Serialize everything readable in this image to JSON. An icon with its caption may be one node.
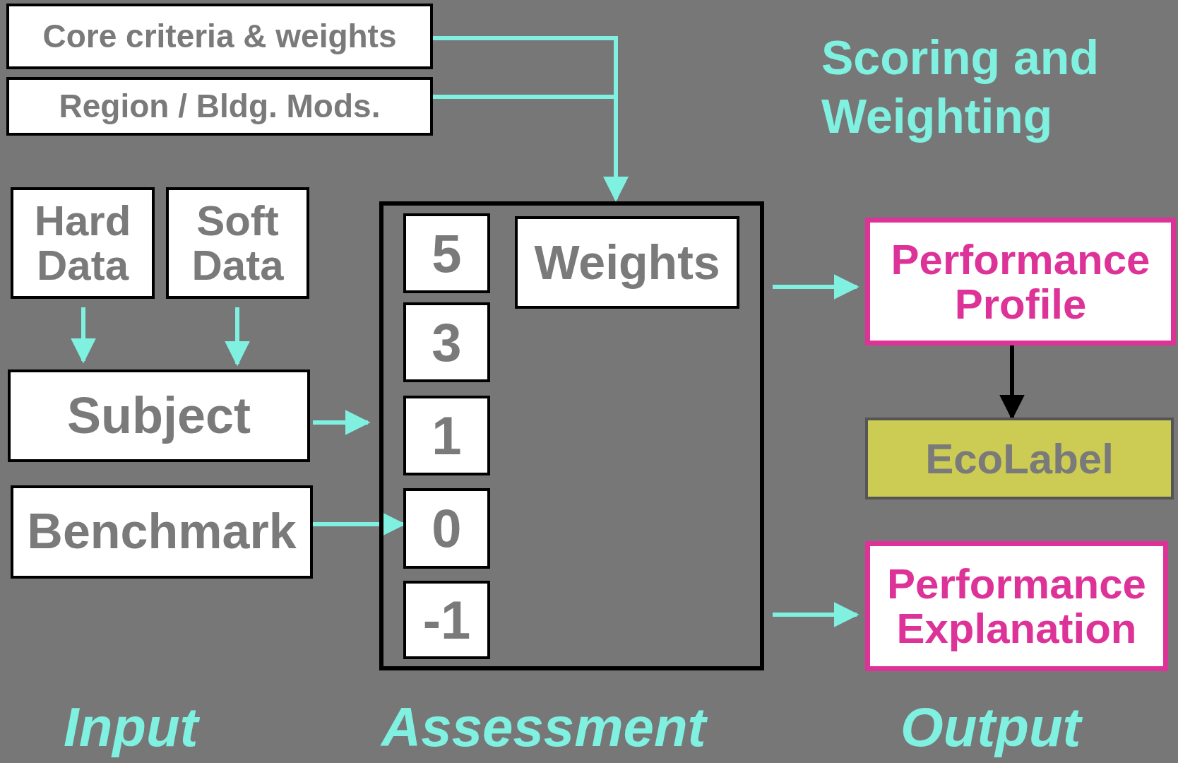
{
  "diagram": {
    "title": "Scoring and Weighting",
    "nodes": [
      {
        "text": [
          "Core criteria & weights"
        ]
      },
      {
        "text": [
          "Region / Bldg. Mods."
        ]
      },
      {
        "text": [
          "Hard Data"
        ]
      },
      {
        "text": [
          "Soft Data"
        ]
      },
      {
        "text": [
          "Subject"
        ]
      },
      {
        "text": [
          "Benchmark"
        ]
      },
      {
        "text": [],
        "shape": "box"
      },
      {
        "text": [
          "5"
        ],
        "in": 6
      },
      {
        "text": [
          "3"
        ],
        "in": 6
      },
      {
        "text": [
          "1"
        ],
        "in": 6
      },
      {
        "text": [
          "0"
        ],
        "in": 6
      },
      {
        "text": [
          "-1"
        ],
        "in": 6
      },
      {
        "text": [
          "Weights"
        ],
        "in": 6
      },
      {
        "text": [
          "Performance Profile"
        ]
      },
      {
        "text": [
          "EcoLabel"
        ]
      },
      {
        "text": [
          "Performance Explanation"
        ]
      }
    ],
    "edges": [
      {
        "from": 0,
        "to": 6,
        "arrow": "to"
      },
      {
        "from": 1,
        "to": 6,
        "arrow": "to"
      },
      {
        "from": 2,
        "to": 4,
        "arrow": "to"
      },
      {
        "from": 3,
        "to": 4,
        "arrow": "to"
      },
      {
        "from": 4,
        "to": 6,
        "arrow": "to"
      },
      {
        "from": 5,
        "to": 10,
        "arrow": "to"
      },
      {
        "from": 6,
        "to": 13,
        "arrow": "to"
      },
      {
        "from": 6,
        "to": 15,
        "arrow": "to"
      },
      {
        "from": 13,
        "to": 14,
        "arrow": "to",
        "color": "#000000"
      }
    ],
    "labels": [
      "Input",
      "Assessment",
      "Output"
    ]
  }
}
